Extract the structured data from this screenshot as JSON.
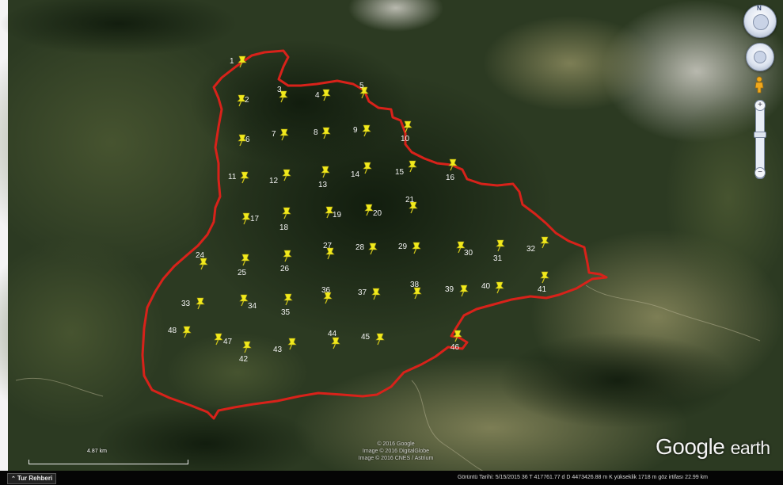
{
  "map": {
    "pins": [
      "1",
      "2",
      "3",
      "4",
      "5",
      "6",
      "7",
      "8",
      "9",
      "10",
      "11",
      "12",
      "13",
      "14",
      "15",
      "16",
      "17",
      "18",
      "19",
      "20",
      "21",
      "24",
      "25",
      "26",
      "27",
      "28",
      "29",
      "30",
      "31",
      "32",
      "33",
      "34",
      "35",
      "36",
      "37",
      "38",
      "39",
      "40",
      "41",
      "42",
      "43",
      "44",
      "45",
      "46",
      "47",
      "48"
    ],
    "boundary_color": "#d8221a",
    "pin_color": "#f2ea1c",
    "pin_label_color": "#f2f2f2"
  },
  "scale": {
    "label": "4.87 km"
  },
  "copyright": {
    "line1": "© 2016 Google",
    "line2": "Image © 2016 DigitalGlobe",
    "line3": "Image © 2016 CNES / Astrium"
  },
  "logo": {
    "google": "Google",
    "earth": "earth"
  },
  "statusbar": {
    "tour_guide": "Tur Rehberi",
    "info": "Görüntü Tarihi: 5/15/2015   36 T 417761.77 d D 4473426.88 m K  yükseklik 1718 m    göz irtifası  22.99 km"
  },
  "controls": {
    "compass_icon": "compass-ring-icon",
    "look_icon": "look-joystick-icon",
    "pegman_icon": "street-view-pegman-icon",
    "zoom_in": "+",
    "zoom_out": "−"
  }
}
